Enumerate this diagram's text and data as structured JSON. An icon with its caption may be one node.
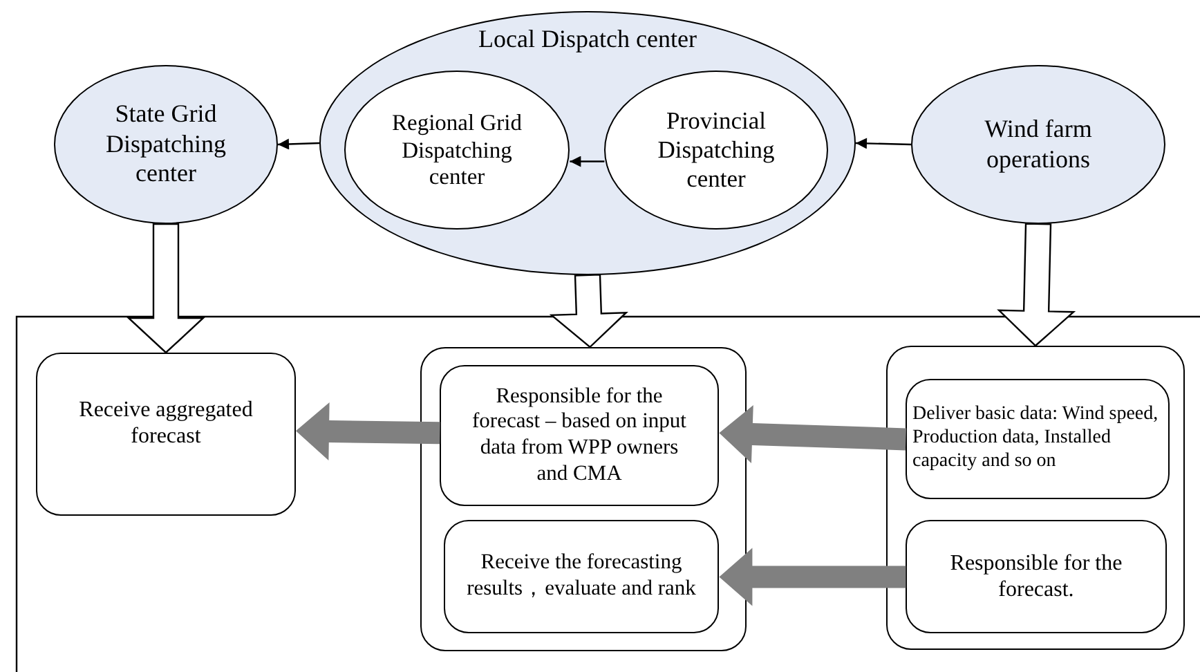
{
  "diagram": {
    "nodes": [
      {
        "text": [
          "State Grid Dispatching center"
        ]
      },
      {
        "text": [
          "Local Dispatch center"
        ]
      },
      {
        "text": [
          "Regional Grid Dispatching center"
        ],
        "in": 1
      },
      {
        "text": [
          "Provincial Dispatching center"
        ],
        "in": 1
      },
      {
        "text": [
          "Wind farm operations"
        ]
      },
      {
        "text": [
          "Receive aggregated forecast"
        ]
      },
      {
        "text": [],
        "shape": "box"
      },
      {
        "text": [
          "Responsible for the forecast – based on input data from WPP owners and CMA"
        ],
        "in": 6
      },
      {
        "text": [
          "Receive the forecasting results，evaluate and rank"
        ],
        "in": 6
      },
      {
        "text": [],
        "shape": "box"
      },
      {
        "text": [
          "Deliver basic data: Wind speed, Production data, Installed capacity and so on"
        ],
        "in": 9
      },
      {
        "text": [
          "Responsible for the forecast."
        ],
        "in": 9
      }
    ],
    "edges": [
      {
        "from": 1,
        "to": 0,
        "arrow": "to"
      },
      {
        "from": 3,
        "to": 2,
        "arrow": "to"
      },
      {
        "from": 4,
        "to": 1,
        "arrow": "to"
      },
      {
        "from": 0,
        "to": 5,
        "arrow": "to",
        "style": "thick"
      },
      {
        "from": 1,
        "to": 6,
        "arrow": "to",
        "style": "thick"
      },
      {
        "from": 4,
        "to": 9,
        "arrow": "to",
        "style": "thick"
      },
      {
        "from": 10,
        "to": 7,
        "arrow": "to",
        "style": "thick",
        "color": "#808080"
      },
      {
        "from": 11,
        "to": 8,
        "arrow": "to",
        "style": "thick",
        "color": "#808080"
      },
      {
        "from": 7,
        "to": 5,
        "arrow": "to",
        "style": "thick",
        "color": "#808080"
      }
    ]
  }
}
